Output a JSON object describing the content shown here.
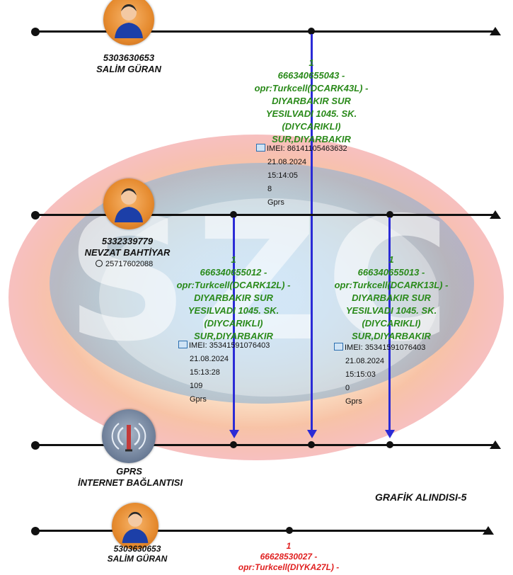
{
  "caption": "GRAFİK ALINDISI-5",
  "watermark": {
    "text": "SZC",
    "colors": [
      "#f2a24a",
      "#4aa6e8",
      "#e84a4a"
    ]
  },
  "parties": [
    {
      "number": "5303630653",
      "name": "SALİM GÜRAN",
      "icon": "person-avatar-icon"
    },
    {
      "number": "5332339779",
      "name": "NEVZAT BAHTİYAR",
      "extra": "25717602088",
      "icon": "person-avatar-icon"
    },
    {
      "number": "GPRS",
      "name": "İNTERNET BAĞLANTISI",
      "icon": "cell-tower-icon"
    },
    {
      "number": "5303630653",
      "name": "SALİM GÜRAN",
      "icon": "person-avatar-icon"
    }
  ],
  "events": [
    {
      "count": "1",
      "lines": [
        "666340655043 -",
        "opr:Turkcell(DCARK43L) -",
        "DIYARBAKIR SUR",
        "YESILVADI 1045. SK.",
        "(DIYCARIKLI)",
        "SUR,DIYARBAKIR"
      ],
      "imei": "IMEI: 86141105463632",
      "date": "21.08.2024",
      "time": "15:14:05",
      "size": "8",
      "type": "Gprs"
    },
    {
      "count": "1",
      "lines": [
        "666340655012 -",
        "opr:Turkcell(DCARK12L) -",
        "DIYARBAKIR SUR",
        "YESILVADI 1045. SK.",
        "(DIYCARIKLI)",
        "SUR,DIYARBAKIR"
      ],
      "imei": "IMEI: 35341591076403",
      "date": "21.08.2024",
      "time": "15:13:28",
      "size": "109",
      "type": "Gprs"
    },
    {
      "count": "1",
      "lines": [
        "666340655013 -",
        "opr:Turkcell(DCARK13L) -",
        "DIYARBAKIR SUR",
        "YESILVADI 1045. SK.",
        "(DIYCARIKLI)",
        "SUR,DIYARBAKIR"
      ],
      "imei": "IMEI: 35341591076403",
      "date": "21.08.2024",
      "time": "15:15:03",
      "size": "0",
      "type": "Gprs"
    },
    {
      "count": "1",
      "lines": [
        "66628530027 -",
        "opr:Turkcell(DIYKA27L) -"
      ],
      "color": "#e02020"
    }
  ]
}
